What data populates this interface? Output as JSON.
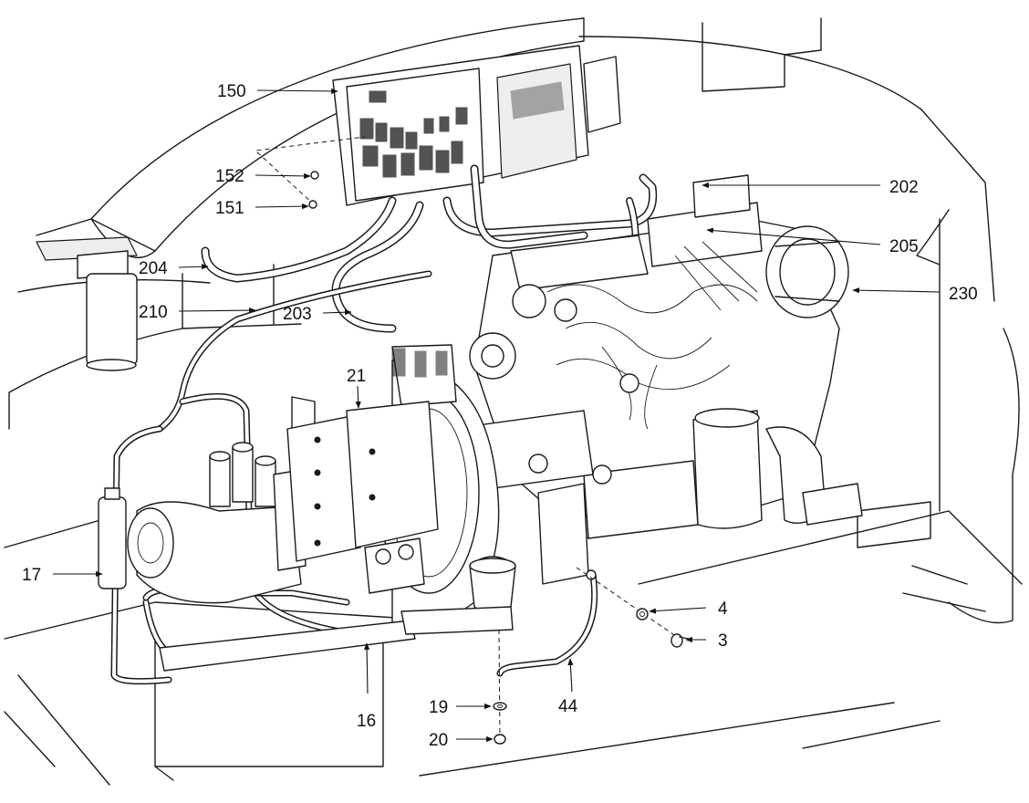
{
  "callouts": {
    "c150": "150",
    "c152": "152",
    "c151": "151",
    "c202": "202",
    "c205": "205",
    "c204": "204",
    "c210": "210",
    "c203": "203",
    "c230": "230",
    "c21": "21",
    "c17": "17",
    "c4": "4",
    "c3": "3",
    "c16": "16",
    "c44": "44",
    "c19": "19",
    "c20": "20"
  },
  "icons": {
    "leader_arrow": "arrowhead-icon"
  }
}
